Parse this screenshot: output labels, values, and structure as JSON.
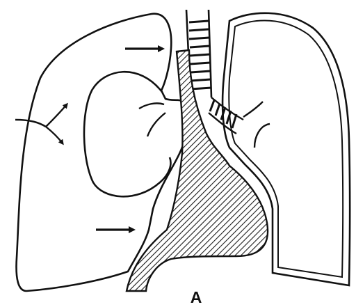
{
  "figure": {
    "panel_label": "A",
    "colors": {
      "line": "#111111",
      "background": "#ffffff",
      "hatch": "#1a1a1a"
    },
    "parts": [
      "trachea",
      "mediastinal-shadow",
      "right-lung",
      "left-lung",
      "left-main-bronchus",
      "right-hilum",
      "left-hilum",
      "arrow-upper",
      "arrow-lower",
      "arrow-lateral"
    ]
  }
}
